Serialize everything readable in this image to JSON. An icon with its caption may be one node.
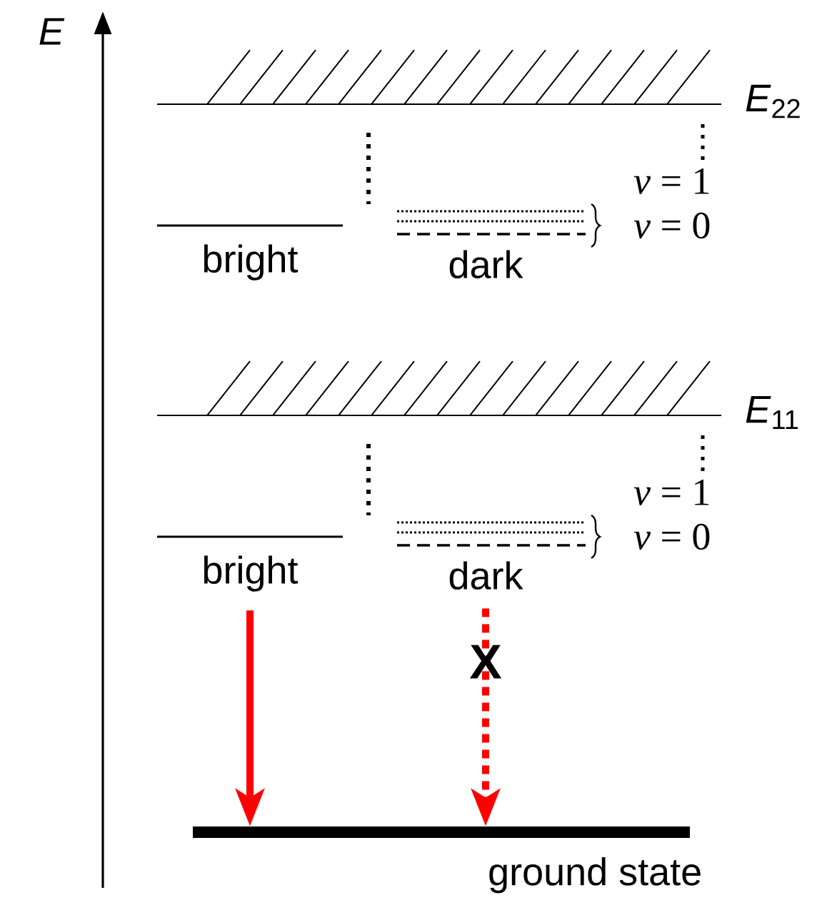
{
  "diagram": {
    "nodes": [
      {
        "text": [
          "bright"
        ]
      },
      {
        "text": [
          "dark"
        ]
      },
      {
        "text": [
          "bright"
        ]
      },
      {
        "text": [
          "dark"
        ]
      },
      {
        "text": [
          "ground state"
        ]
      }
    ],
    "edges": [
      {
        "from": 2,
        "to": 4,
        "arrow": "to"
      },
      {
        "from": 3,
        "to": 4,
        "arrow": "to",
        "style": "dashed",
        "label": "X"
      }
    ],
    "labels": [
      "*E*",
      "*E*$_{22}$",
      "*ν* = 1",
      "*ν* = 0",
      "*E*$_{11}$",
      "*ν* = 1",
      "*ν* = 0"
    ]
  }
}
